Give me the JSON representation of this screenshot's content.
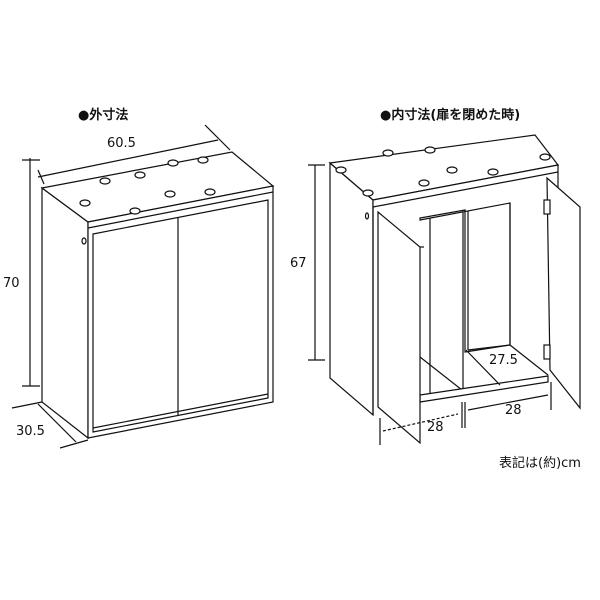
{
  "outer": {
    "title": "●外寸法",
    "width": "60.5",
    "height": "70",
    "depth": "30.5"
  },
  "inner": {
    "title": "●内寸法(扉を閉めた時)",
    "height": "67",
    "depth": "27.5",
    "left_width": "28",
    "right_width": "28"
  },
  "note": "表記は(約)cm",
  "colors": {
    "line": "#111111",
    "background": "#ffffff"
  }
}
